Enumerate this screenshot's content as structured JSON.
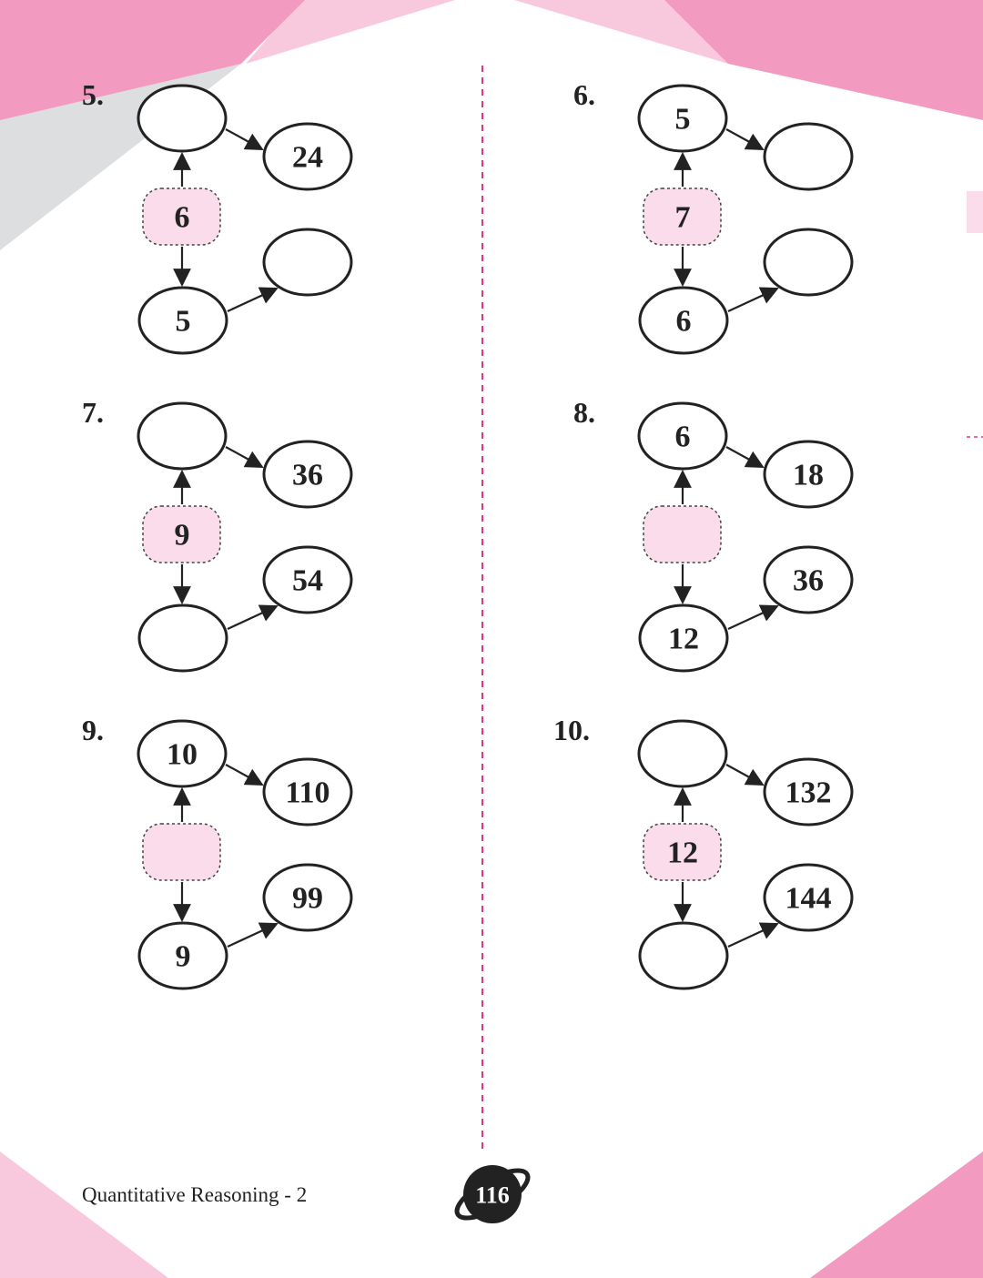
{
  "footer": {
    "book_title": "Quantitative Reasoning - 2",
    "page_number": "116"
  },
  "colors": {
    "accent_pink": "#f39ac1",
    "light_pink": "#f8c8dc",
    "grey": "#dddee0",
    "hub_fill": "#fadcea",
    "divider": "#e0358a"
  },
  "problems": [
    {
      "number": "5.",
      "top_input": "",
      "top_output": "24",
      "multiplier": "6",
      "bottom_input": "5",
      "bottom_output": ""
    },
    {
      "number": "6.",
      "top_input": "5",
      "top_output": "",
      "multiplier": "7",
      "bottom_input": "6",
      "bottom_output": ""
    },
    {
      "number": "7.",
      "top_input": "",
      "top_output": "36",
      "multiplier": "9",
      "bottom_input": "",
      "bottom_output": "54"
    },
    {
      "number": "8.",
      "top_input": "6",
      "top_output": "18",
      "multiplier": "",
      "bottom_input": "12",
      "bottom_output": "36"
    },
    {
      "number": "9.",
      "top_input": "10",
      "top_output": "110",
      "multiplier": "",
      "bottom_input": "9",
      "bottom_output": "99"
    },
    {
      "number": "10.",
      "top_input": "",
      "top_output": "132",
      "multiplier": "12",
      "bottom_input": "",
      "bottom_output": "144"
    }
  ]
}
